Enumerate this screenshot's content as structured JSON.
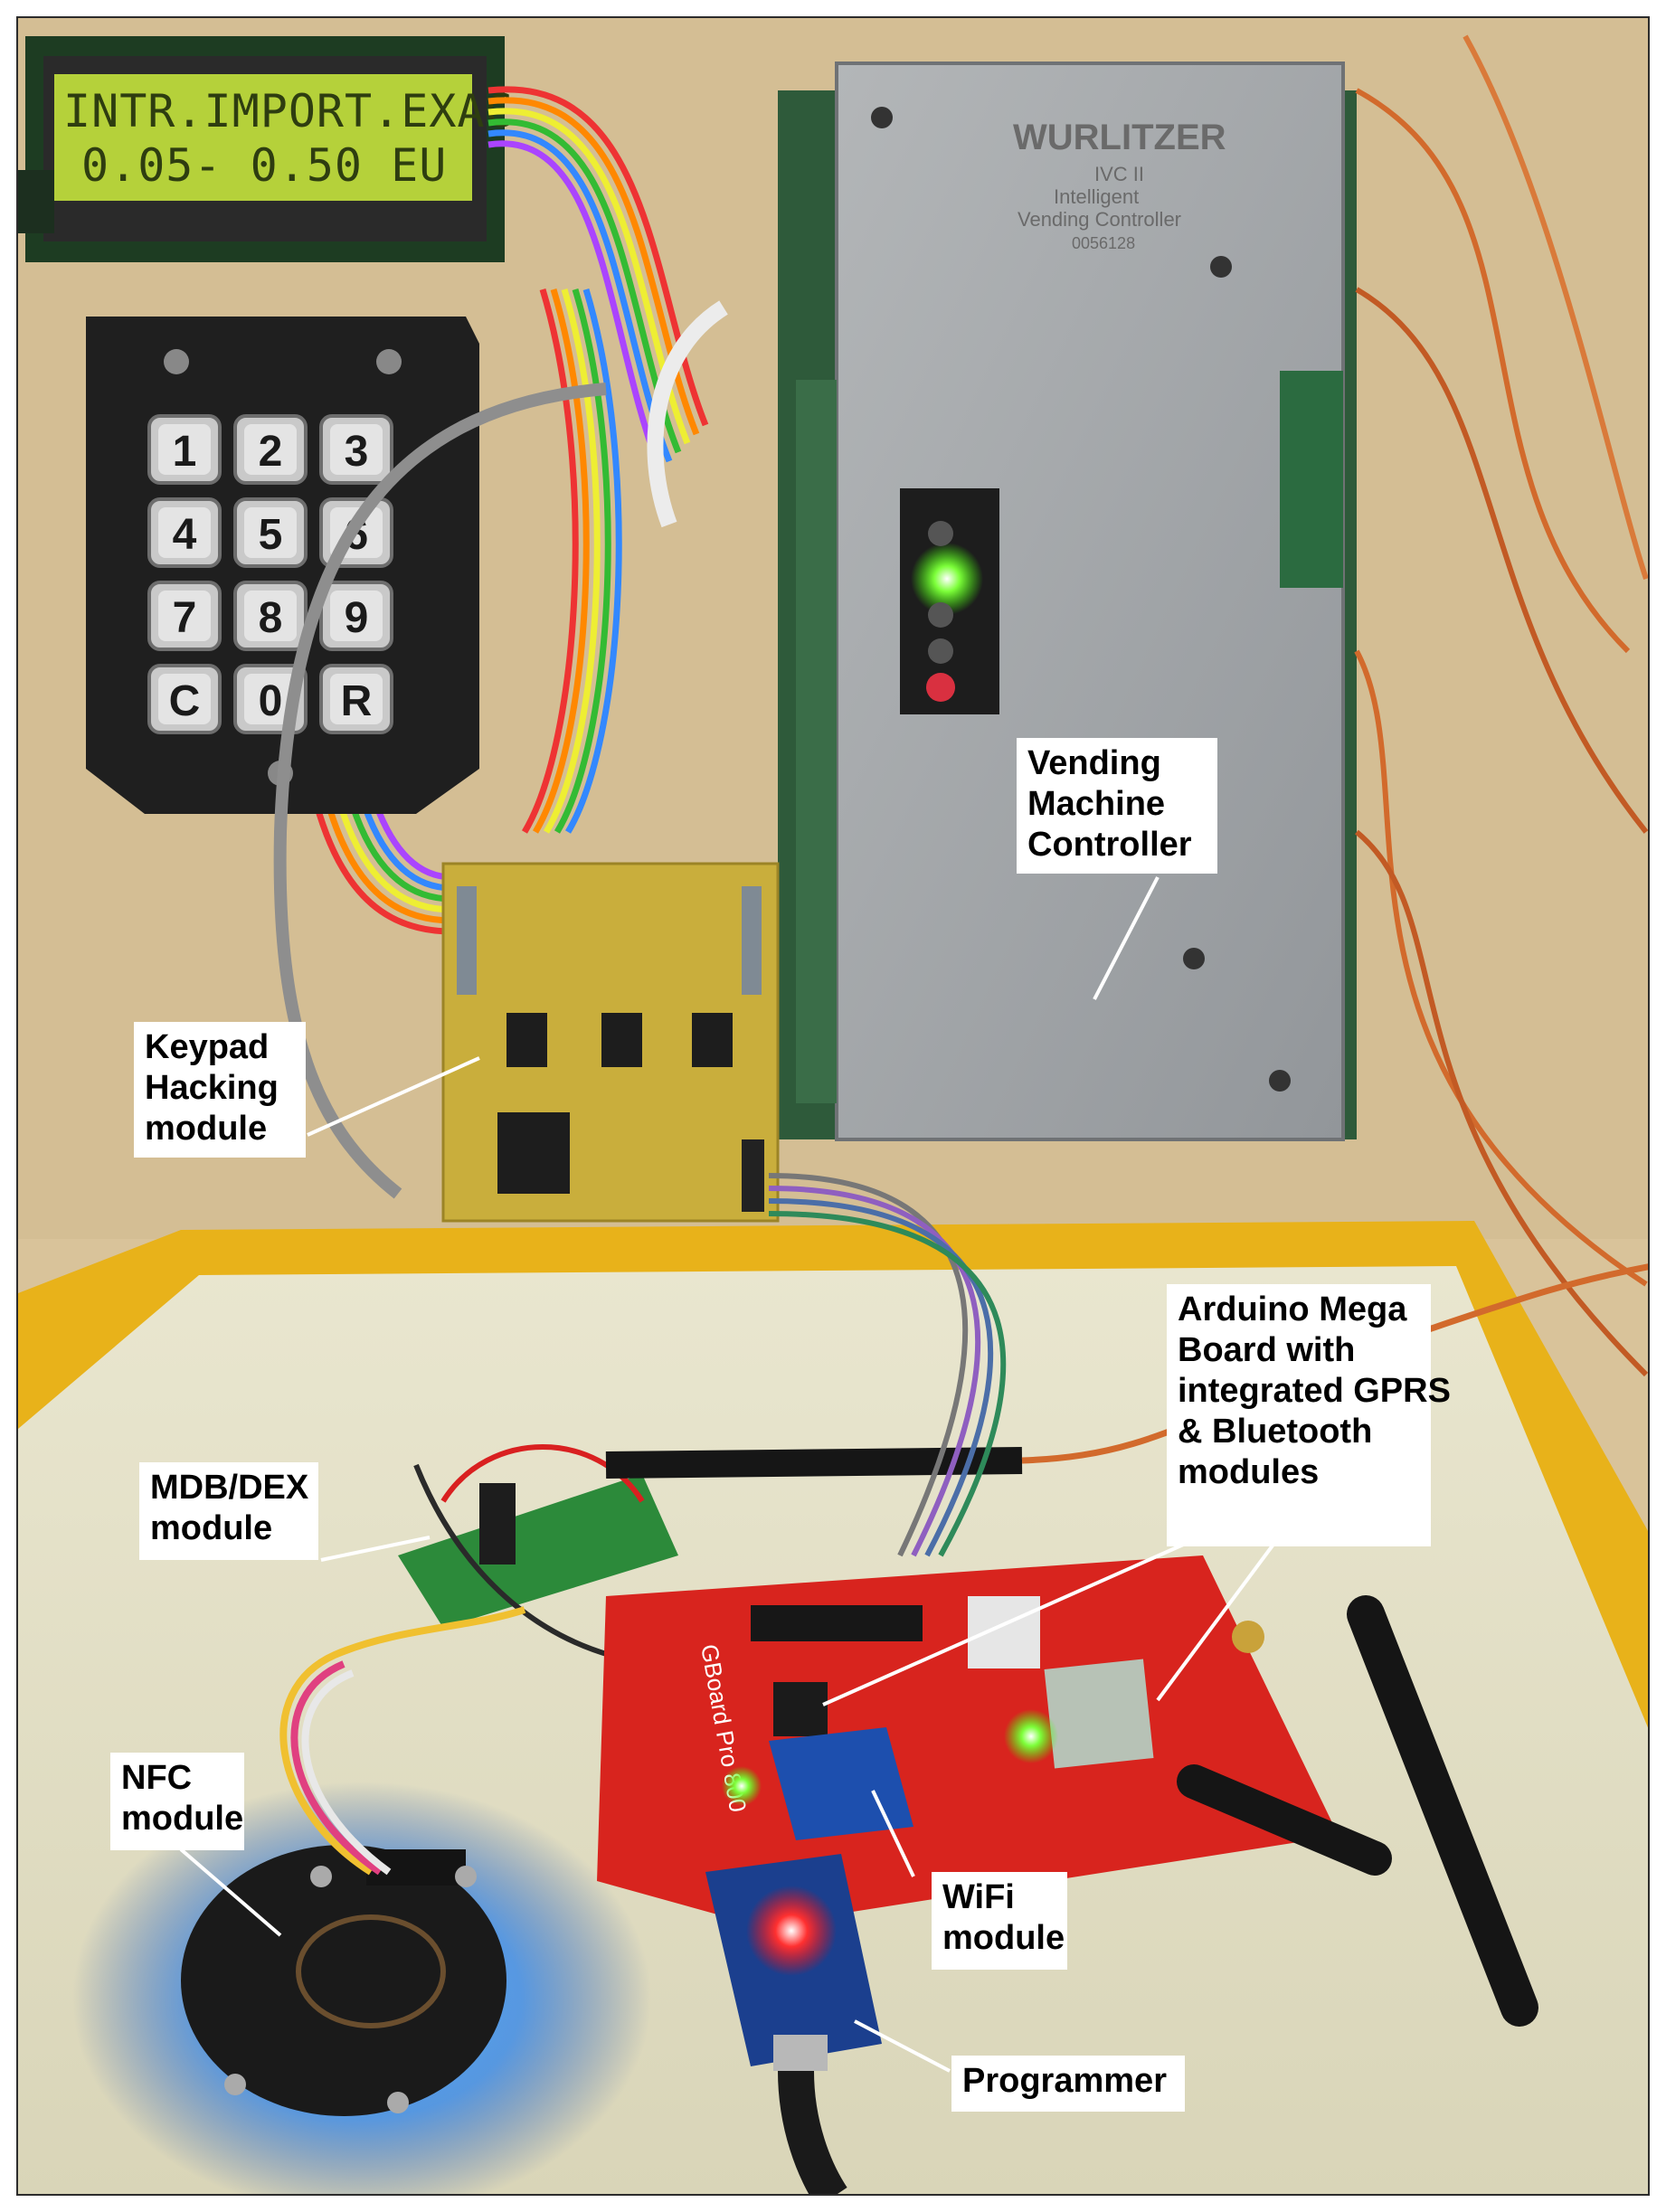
{
  "lcd": {
    "line1": "INTR.IMPORT.EXAC",
    "line2": "0.05- 0.50 EU"
  },
  "keypad": {
    "keys": [
      "1",
      "2",
      "3",
      "4",
      "5",
      "6",
      "7",
      "8",
      "9",
      "C",
      "0",
      "R"
    ]
  },
  "controller": {
    "brand": "WURLITZER",
    "model": "IVC II",
    "line1": "Intelligent",
    "line2": "Vending Controller",
    "serial": "0056128"
  },
  "board": {
    "name": "GBoard Pro 800"
  },
  "labels": {
    "vending_controller": [
      "Vending",
      "Machine",
      "Controller"
    ],
    "keypad_hacking": [
      "Keypad",
      "Hacking",
      "module"
    ],
    "arduino": [
      "Arduino Mega",
      "Board with",
      "integrated GPRS",
      "& Bluetooth",
      "modules"
    ],
    "mdb_dex": [
      "MDB/DEX",
      "module"
    ],
    "nfc": [
      "NFC",
      "module"
    ],
    "wifi": [
      "WiFi",
      "module"
    ],
    "programmer": [
      "Programmer"
    ]
  },
  "colors": {
    "wood": "#d9c39a",
    "lcd_backlight": "#b5d13a",
    "controller_metal": "#a6a9ab",
    "red_board": "#d8241e",
    "yellow_tray": "#e8b21a",
    "nfc_glow": "#1e8cff"
  }
}
